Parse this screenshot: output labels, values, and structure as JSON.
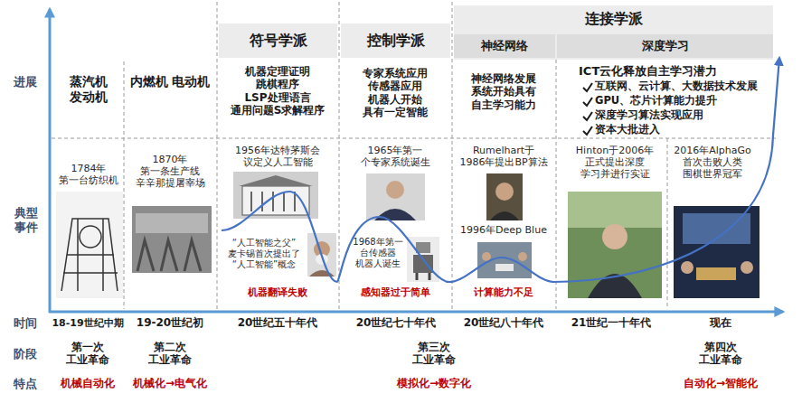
{
  "diagram": {
    "nodes": [
      {
        "text": [
          "符号学派"
        ]
      },
      {
        "text": [
          "控制学派"
        ]
      },
      {
        "text": [
          "连接学派"
        ]
      },
      {
        "text": [
          "神经网络"
        ],
        "in": 2
      },
      {
        "text": [
          "深度学习"
        ],
        "in": 2
      }
    ],
    "labels": [
      "进展",
      "典型 事件",
      "时间",
      "阶段",
      "特点",
      "蒸汽机 发动机",
      "内燃机 电动机",
      "机器定理证明 跳棋程序 LSP处理语言 通用问题S求解程序",
      "专家系统应用 传感器应用 机器人开始 具有一定智能",
      "神经网络发展 系统开始具有 自主学习能力",
      "ICT云化释放自主学习潜力",
      "互联网、云计算、大数据技术发展",
      "GPU、芯片计算能力提升",
      "深度学习算法实现应用",
      "资本大批进入",
      "1784年 第一台纺织机",
      "1870年 第一条生产线 辛辛那提屠宰场",
      "1956年达特茅斯会 议定义人工智能",
      "“人工智能之父” 麦卡锡首次提出了 “人工智能”概念",
      "机器翻译失败",
      "1965年第一 个专家系统诞生",
      "1968年第一 台传感器 机器人诞生",
      "感知器过于简单",
      "Rumelhart于 1986年提出BP算法",
      "1996年Deep Blue",
      "计算能力不足",
      "Hinton于2006年 正式提出深度 学习并进行实证",
      "2016年AlphaGo 首次击败人类 围棋世界冠军",
      "18-19世纪中期",
      "19-20世纪初",
      "20世纪五十年代",
      "20世纪七十年代",
      "20世纪八十年代",
      "21世纪一十年代",
      "现在",
      "第一次 工业革命",
      "第二次 工业革命",
      "第三次 工业革命",
      "第四次 工业革命",
      "机械自动化",
      "机械化→电气化",
      "模拟化→数字化",
      "自动化→智能化"
    ]
  }
}
